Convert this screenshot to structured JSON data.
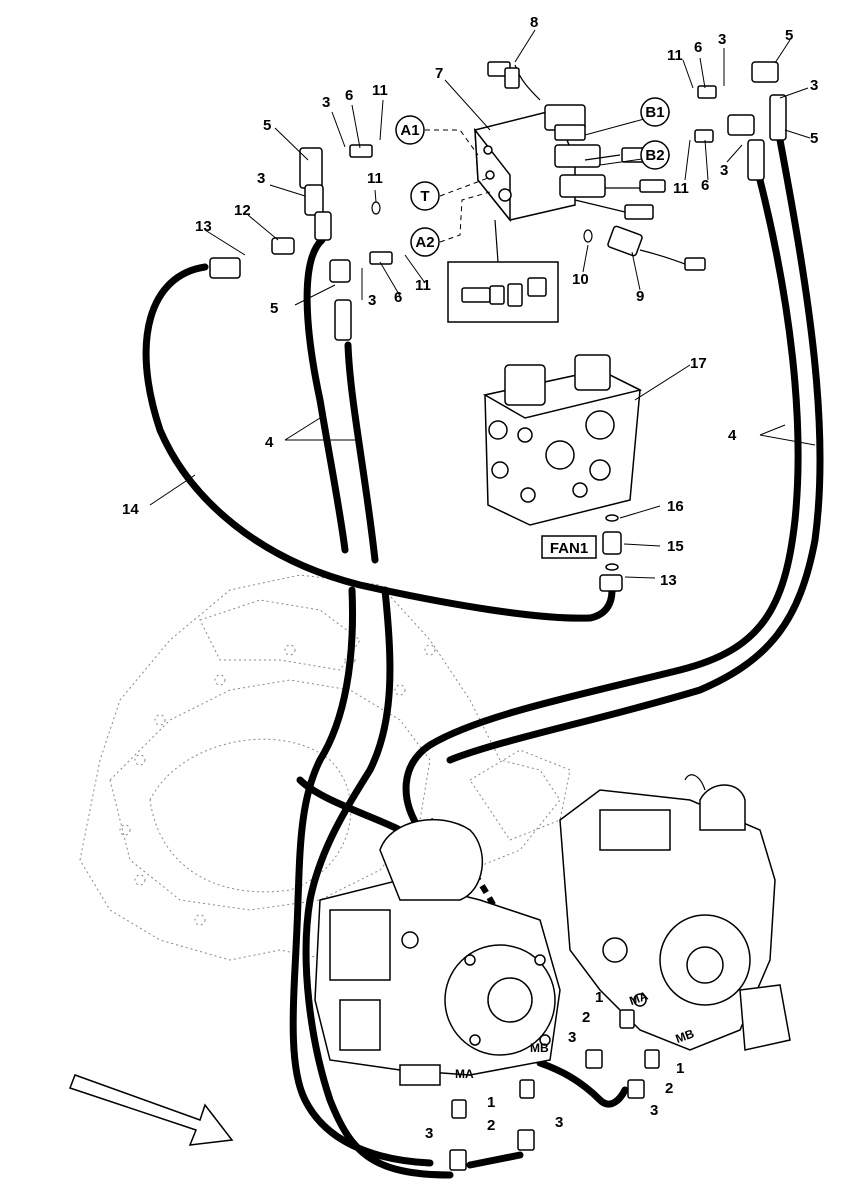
{
  "callouts": {
    "n1a": "1",
    "n1b": "1",
    "n1c": "1",
    "n2a": "2",
    "n2b": "2",
    "n2c": "2",
    "n3a": "3",
    "n3b": "3",
    "n3c": "3",
    "n3d": "3",
    "n3e": "3",
    "n3f": "3",
    "n3g": "3",
    "n3h": "3",
    "n3i": "3",
    "n3j": "3",
    "n4a": "4",
    "n4b": "4",
    "n5a": "5",
    "n5b": "5",
    "n5c": "5",
    "n5d": "5",
    "n6a": "6",
    "n6b": "6",
    "n6c": "6",
    "n6d": "6",
    "n7": "7",
    "n8": "8",
    "n9": "9",
    "n10": "10",
    "n11a": "11",
    "n11b": "11",
    "n11c": "11",
    "n11d": "11",
    "n11e": "11",
    "n12": "12",
    "n13a": "13",
    "n13b": "13",
    "n14": "14",
    "n15": "15",
    "n16": "16",
    "n17": "17"
  },
  "ports": {
    "a1": "A1",
    "a2": "A2",
    "t": "T",
    "b1": "B1",
    "b2": "B2",
    "fan1": "FAN1",
    "ma1": "MA",
    "mb1": "MB",
    "ma2": "MA",
    "mb2": "MB"
  }
}
